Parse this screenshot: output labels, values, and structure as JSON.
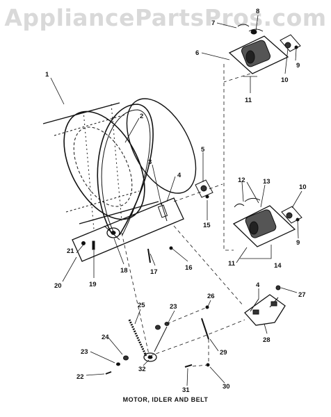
{
  "watermark": "AppliancePartsPros.com",
  "caption": "MOTOR, IDLER AND BELT",
  "callouts": {
    "c1": "1",
    "c2": "2",
    "c3": "3",
    "c4a": "4",
    "c4b": "4",
    "c5": "5",
    "c6": "6",
    "c7": "7",
    "c8": "8",
    "c9a": "9",
    "c9b": "9",
    "c10a": "10",
    "c10b": "10",
    "c11a": "11",
    "c11b": "11",
    "c12": "12",
    "c13": "13",
    "c14": "14",
    "c15": "15",
    "c16": "16",
    "c17": "17",
    "c18": "18",
    "c19": "19",
    "c20": "20",
    "c21": "21",
    "c22": "22",
    "c23a": "23",
    "c23b": "23",
    "c24": "24",
    "c25": "25",
    "c26": "26",
    "c27": "27",
    "c28": "28",
    "c29": "29",
    "c30": "30",
    "c31": "31",
    "c32": "32"
  }
}
